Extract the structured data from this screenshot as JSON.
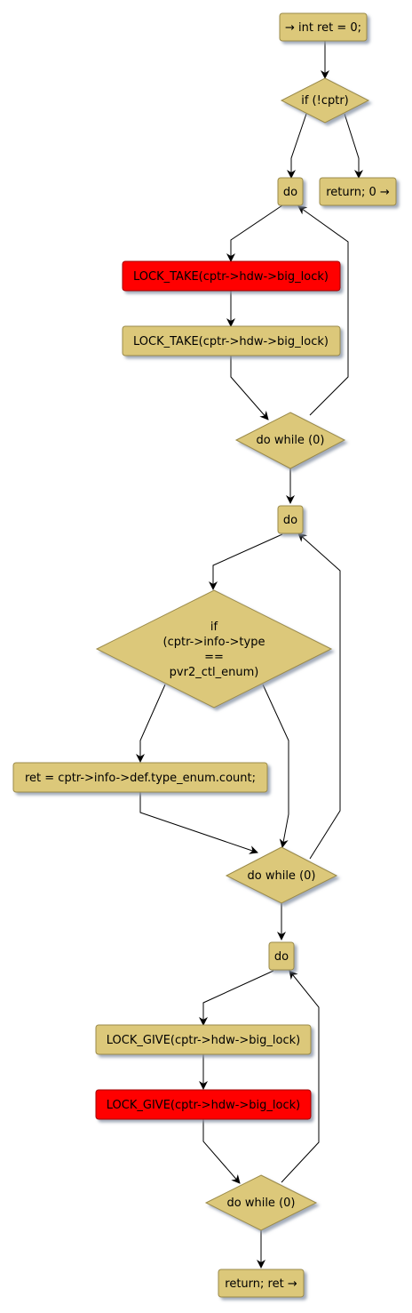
{
  "colors": {
    "node_fill": "#dcc87a",
    "node_stroke": "#9a8a4a",
    "alert_fill": "#ff0000",
    "alert_stroke": "#a00000",
    "shadow": "#9aa6b8",
    "edge": "#000000"
  },
  "nodes": {
    "start": "→ int ret = 0;",
    "if_cptr": "if (!cptr)",
    "do_1": "do",
    "return_0": "return; 0 →",
    "lock_take_red": "LOCK_TAKE(cptr->hdw->big_lock)",
    "lock_take": "LOCK_TAKE(cptr->hdw->big_lock)",
    "do_while_1": "do while (0)",
    "do_2": "do",
    "if_type_line1": "if",
    "if_type_line2": "(cptr->info->type",
    "if_type_line3": "==",
    "if_type_line4": "pvr2_ctl_enum)",
    "ret_assign": "ret = cptr->info->def.type_enum.count;",
    "do_while_2": "do while (0)",
    "do_3": "do",
    "lock_give": "LOCK_GIVE(cptr->hdw->big_lock)",
    "lock_give_red": "LOCK_GIVE(cptr->hdw->big_lock)",
    "do_while_3": "do while (0)",
    "return_ret": "return; ret →"
  }
}
